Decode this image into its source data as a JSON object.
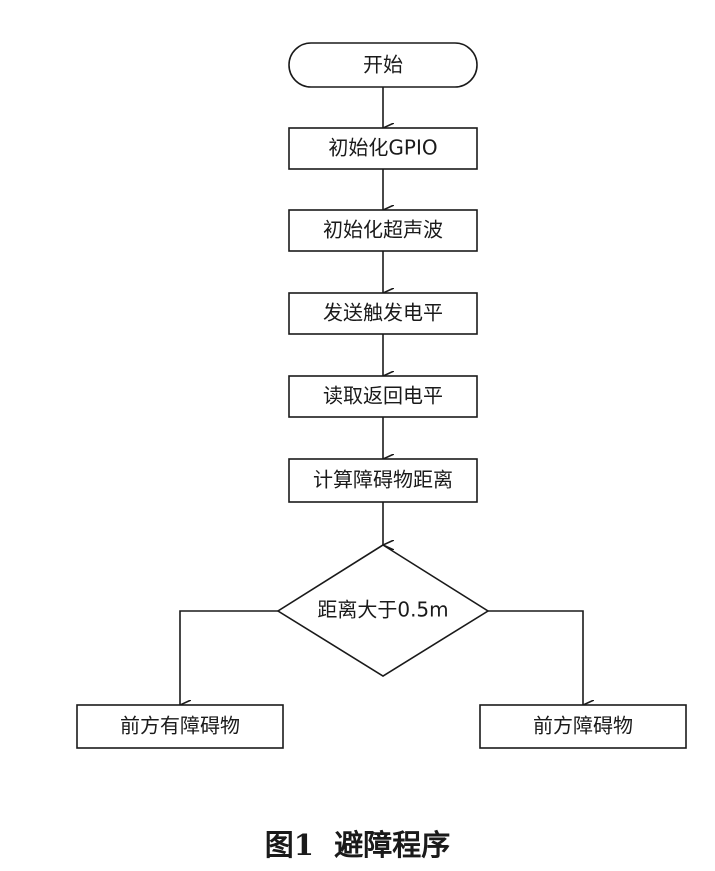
{
  "diagram": {
    "nodes": [
      {
        "id": "start",
        "shape": "terminal",
        "label": "开始"
      },
      {
        "id": "init-gpio",
        "shape": "process",
        "label": "初始化GPIO"
      },
      {
        "id": "init-ultrasonic",
        "shape": "process",
        "label": "初始化超声波"
      },
      {
        "id": "send-trigger",
        "shape": "process",
        "label": "发送触发电平"
      },
      {
        "id": "read-echo",
        "shape": "process",
        "label": "读取返回电平"
      },
      {
        "id": "calc-distance",
        "shape": "process",
        "label": "计算障碍物距离"
      },
      {
        "id": "decision",
        "shape": "decision",
        "label": "距离大于0.5m"
      },
      {
        "id": "obstacle-ahead",
        "shape": "process",
        "label": "前方有障碍物"
      },
      {
        "id": "obstacle-front",
        "shape": "process",
        "label": "前方障碍物"
      }
    ],
    "edges": [
      {
        "from": "start",
        "to": "init-gpio"
      },
      {
        "from": "init-gpio",
        "to": "init-ultrasonic"
      },
      {
        "from": "init-ultrasonic",
        "to": "send-trigger"
      },
      {
        "from": "send-trigger",
        "to": "read-echo"
      },
      {
        "from": "read-echo",
        "to": "calc-distance"
      },
      {
        "from": "calc-distance",
        "to": "decision"
      },
      {
        "from": "decision",
        "to": "obstacle-ahead"
      },
      {
        "from": "decision",
        "to": "obstacle-front"
      }
    ]
  },
  "caption": {
    "figure_number": "图1",
    "title": "避障程序"
  },
  "colors": {
    "stroke": "#1a1a1a",
    "fill": "#ffffff"
  }
}
